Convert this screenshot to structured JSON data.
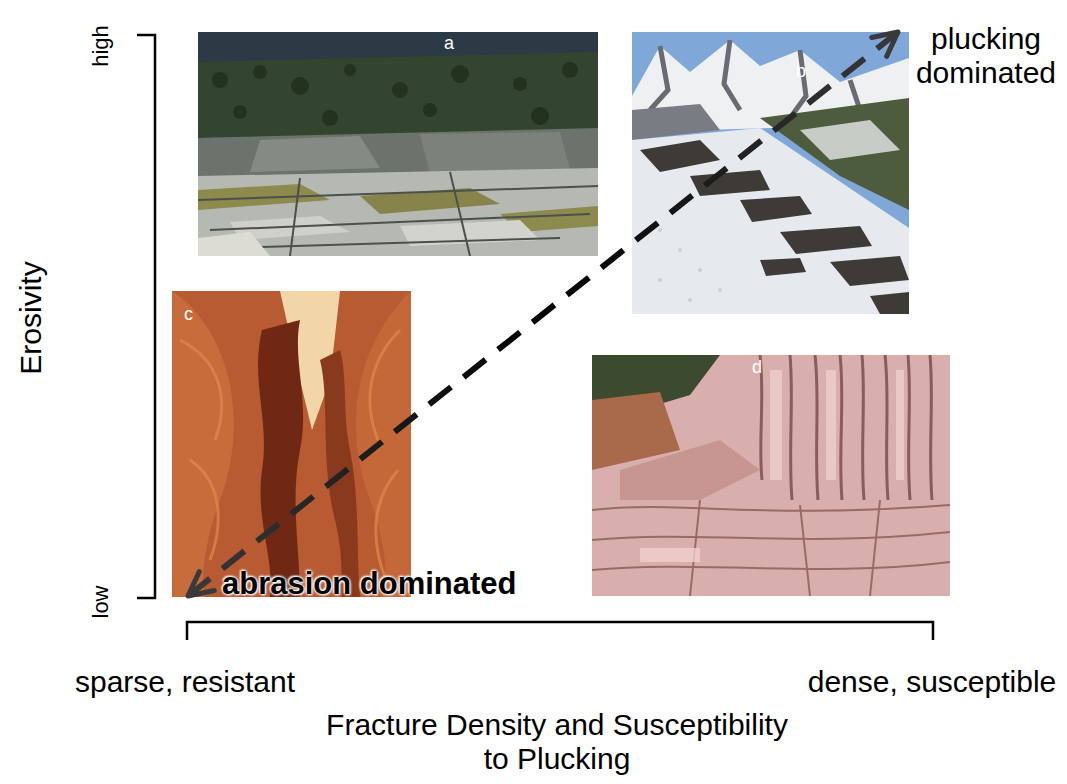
{
  "diagram": {
    "nodes": [
      {
        "text": [
          "a"
        ]
      },
      {
        "text": [
          "b"
        ]
      },
      {
        "text": [
          "c"
        ]
      },
      {
        "text": [
          "d"
        ]
      }
    ],
    "labels": [
      "high",
      "low",
      "Erosivity",
      "plucking dominated",
      "abrasion dominated",
      "sparse, resistant",
      "dense, susceptible",
      "Fracture Density and Susceptibility to Plucking"
    ]
  }
}
